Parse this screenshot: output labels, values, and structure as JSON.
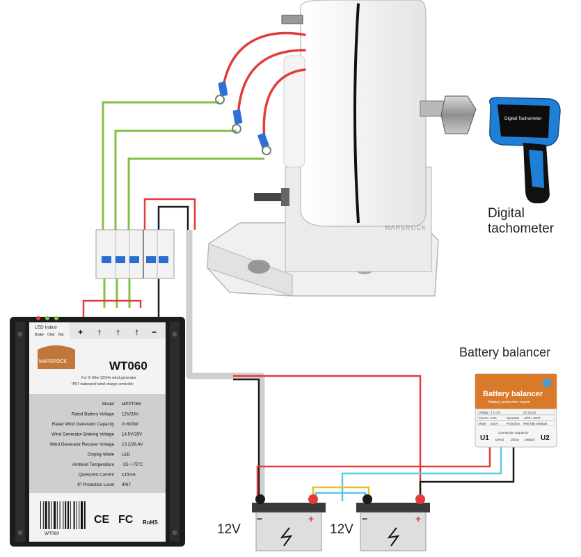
{
  "tachometer": {
    "device_text": "Digital Tachometer",
    "label_line1": "Digital",
    "label_line2": "tachometer"
  },
  "generator": {
    "brand_stamp": "MARSROCK"
  },
  "controller": {
    "led_header": "LED Indictr",
    "led_labels": [
      "Brake",
      "Char",
      "Bat"
    ],
    "terminal_labels": [
      "+",
      "†",
      "†",
      "†",
      "−"
    ],
    "brand": "MARSROCK",
    "model_title": "WT060",
    "subtitle_line1": "For 0~60w 12/24v wind generator",
    "subtitle_line2": "IP67 waterpoof wind charge  controller",
    "specs": [
      {
        "label": "Model",
        "value": "MPPT060"
      },
      {
        "label": "Rated Battery Voltage",
        "value": "12V/24V"
      },
      {
        "label": "Rated Wind Generator Capacity",
        "value": "0~600W"
      },
      {
        "label": "Wind Generator Braking Voltage",
        "value": "14.5V/29V"
      },
      {
        "label": "Wind Generator Recover Voltage",
        "value": "13.2/26.4V"
      },
      {
        "label": "Display Mode",
        "value": "LED"
      },
      {
        "label": "Ambient Temperature",
        "value": "-35~+75℃"
      },
      {
        "label": "Quiescent Current",
        "value": "≤15mA"
      },
      {
        "label": "IP Protection Level",
        "value": "IP67"
      }
    ],
    "barcode_text": "WT060",
    "cert_marks": [
      "CE",
      "FC",
      "RoHS"
    ]
  },
  "balancer": {
    "caption": "Battery balancer",
    "title": "Battery balancer",
    "subtitle": "Battery protection expert",
    "table_rows": [
      [
        "Voltage",
        "2 x 12V",
        "",
        "Ch 2x12V"
      ],
      [
        "Current",
        "0-3A",
        "Operation",
        "-20℃~+55℃"
      ],
      [
        "Mode",
        "active",
        "Protection",
        "IP65 fully resistant"
      ]
    ],
    "sequence_label": "Connection sequence",
    "port_left": "U1",
    "port_right": "U2",
    "pin_labels": [
      "D/Red",
      "D/blue",
      "D/Black"
    ]
  },
  "batteries": [
    {
      "voltage": "12V",
      "neg": "−",
      "pos": "+"
    },
    {
      "voltage": "12V",
      "neg": "−",
      "pos": "+"
    }
  ],
  "colors": {
    "wire_green": "#7fc241",
    "wire_red": "#e23b3b",
    "wire_black": "#1a1a1a",
    "wire_yellow": "#e6c12a",
    "wire_cyan": "#5ec8e6",
    "wire_gray": "#cfcfcf",
    "controller_body": "#1c1c1c",
    "balancer_orange": "#d97a2b",
    "tach_blue": "#1f7fd6",
    "battery_body": "#dedede",
    "battery_top": "#3a3a3a"
  }
}
